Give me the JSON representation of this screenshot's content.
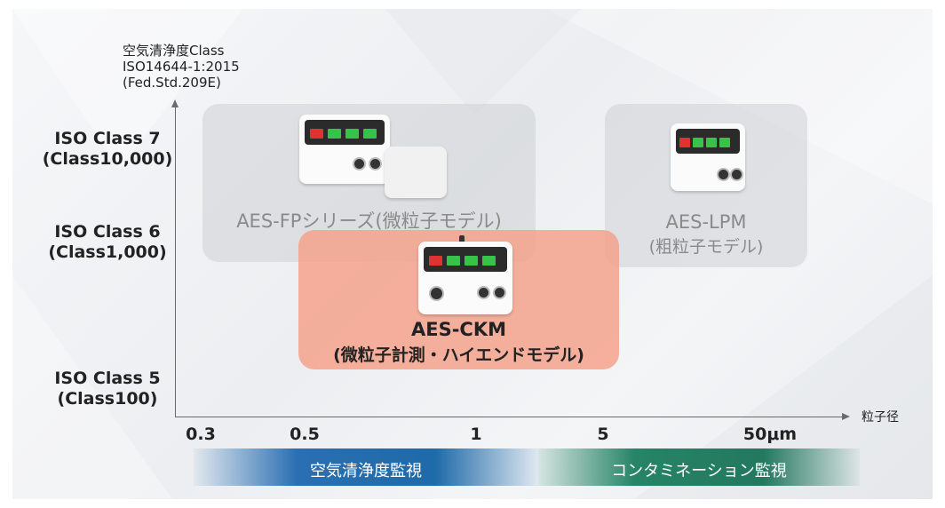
{
  "y_axis": {
    "title_lines": [
      "空気清浄度Class",
      "ISO14644-1:2015",
      "(Fed.Std.209E)"
    ],
    "ticks": [
      {
        "line1": "ISO Class 7",
        "line2": "(Class10,000)"
      },
      {
        "line1": "ISO Class 6",
        "line2": "(Class1,000)"
      },
      {
        "line1": "ISO Class 5",
        "line2": "(Class100)"
      }
    ]
  },
  "x_axis": {
    "title": "粒子径",
    "ticks": [
      "0.3",
      "0.5",
      "1",
      "5",
      "50μm"
    ]
  },
  "products": {
    "fp": {
      "name": "AES-FPシリーズ(微粒子モデル)"
    },
    "lpm": {
      "name": "AES-LPM",
      "subtitle": "(粗粒子モデル)"
    },
    "ckm": {
      "name": "AES-CKM",
      "subtitle": "(微粒子計測・ハイエンドモデル)"
    }
  },
  "bands": {
    "air": "空気清浄度監視",
    "contamination": "コンタミネーション監視"
  },
  "colors": {
    "ckm_box": "#f4a28c",
    "gray_box": "#c8cace",
    "air_band": "#2a6fb2",
    "contamination_band": "#278466",
    "led_red": "#e0322f",
    "led_green": "#37c24a"
  }
}
